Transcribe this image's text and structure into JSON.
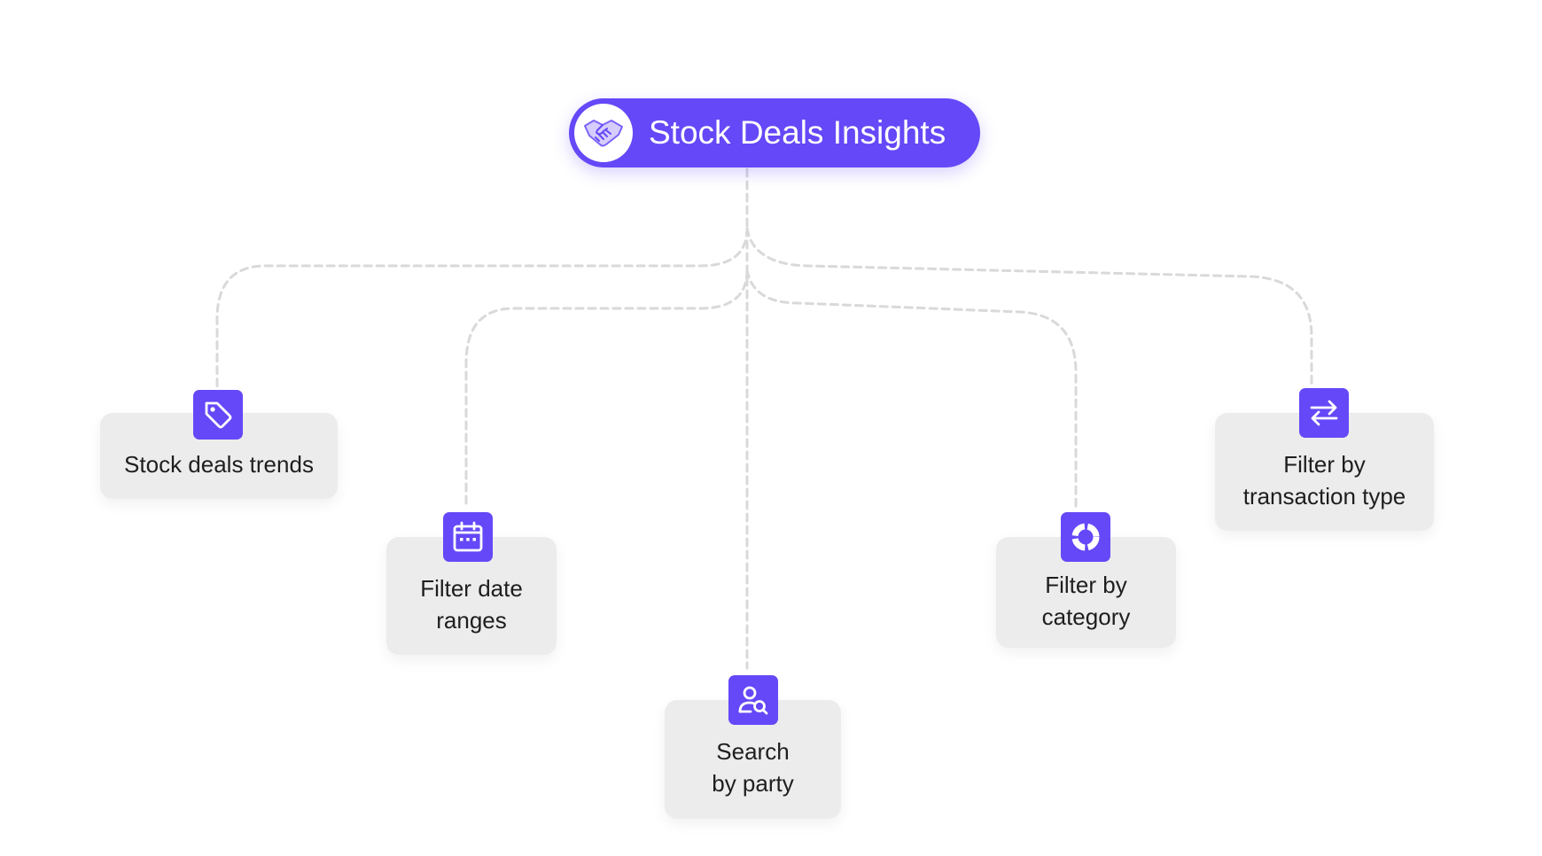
{
  "colors": {
    "accent": "#6548f7",
    "card_background": "#ececec",
    "connector": "#d9d9d9",
    "text": "#1e1e1e",
    "root_text": "#ffffff"
  },
  "root": {
    "title": "Stock Deals Insights",
    "icon": "handshake-icon"
  },
  "nodes": [
    {
      "label": "Stock deals trends",
      "icon": "tag-icon"
    },
    {
      "label": "Filter date\nranges",
      "icon": "calendar-icon"
    },
    {
      "label": "Search\nby party",
      "icon": "user-search-icon"
    },
    {
      "label": "Filter by\ncategory",
      "icon": "pie-chart-icon"
    },
    {
      "label": "Filter by\ntransaction type",
      "icon": "swap-arrows-icon"
    }
  ]
}
